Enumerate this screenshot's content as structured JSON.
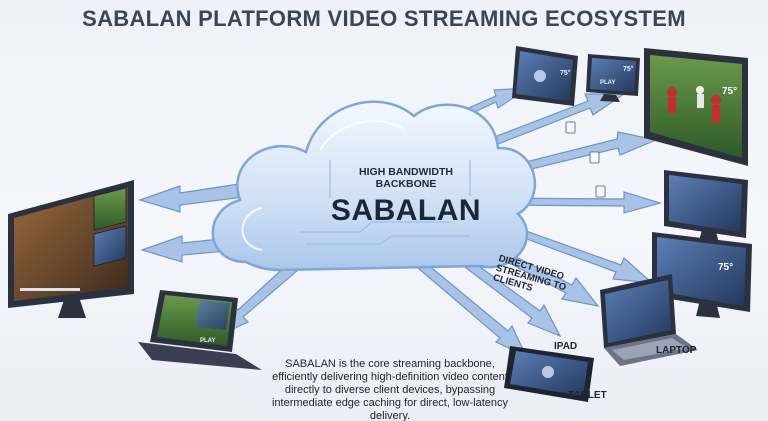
{
  "title": "SABALAN PLATFORM VIDEO STREAMING ECOSYSTEM",
  "cloud": {
    "subtitle": "HIGH BANDWIDTH BACKBONE",
    "name": "SABALAN"
  },
  "annotation": "DIRECT VIDEO STREAMING TO CLIENTS",
  "caption": "SABALAN is the core streaming backbone, efficiently delivering high-definition video content directly to diverse client devices, bypassing intermediate edge caching for direct, low-latency delivery.",
  "device_labels": {
    "ipad": "IPAD",
    "laptop": "LAPTOP",
    "tablet": "TABLET"
  },
  "screen_text": {
    "score_a": "75°",
    "score_b": "75°",
    "score_c": "75°",
    "score_d": "75°",
    "play_a": "PLAY",
    "play_b": "PLAY"
  },
  "colors": {
    "arrow": "#a9c3e6",
    "arrow_edge": "#6f94c8",
    "cloud": "#d6e6f8",
    "cloud_edge": "#7fa6d8",
    "device_frame": "#2c3140",
    "screen": "#3b5a8a"
  }
}
